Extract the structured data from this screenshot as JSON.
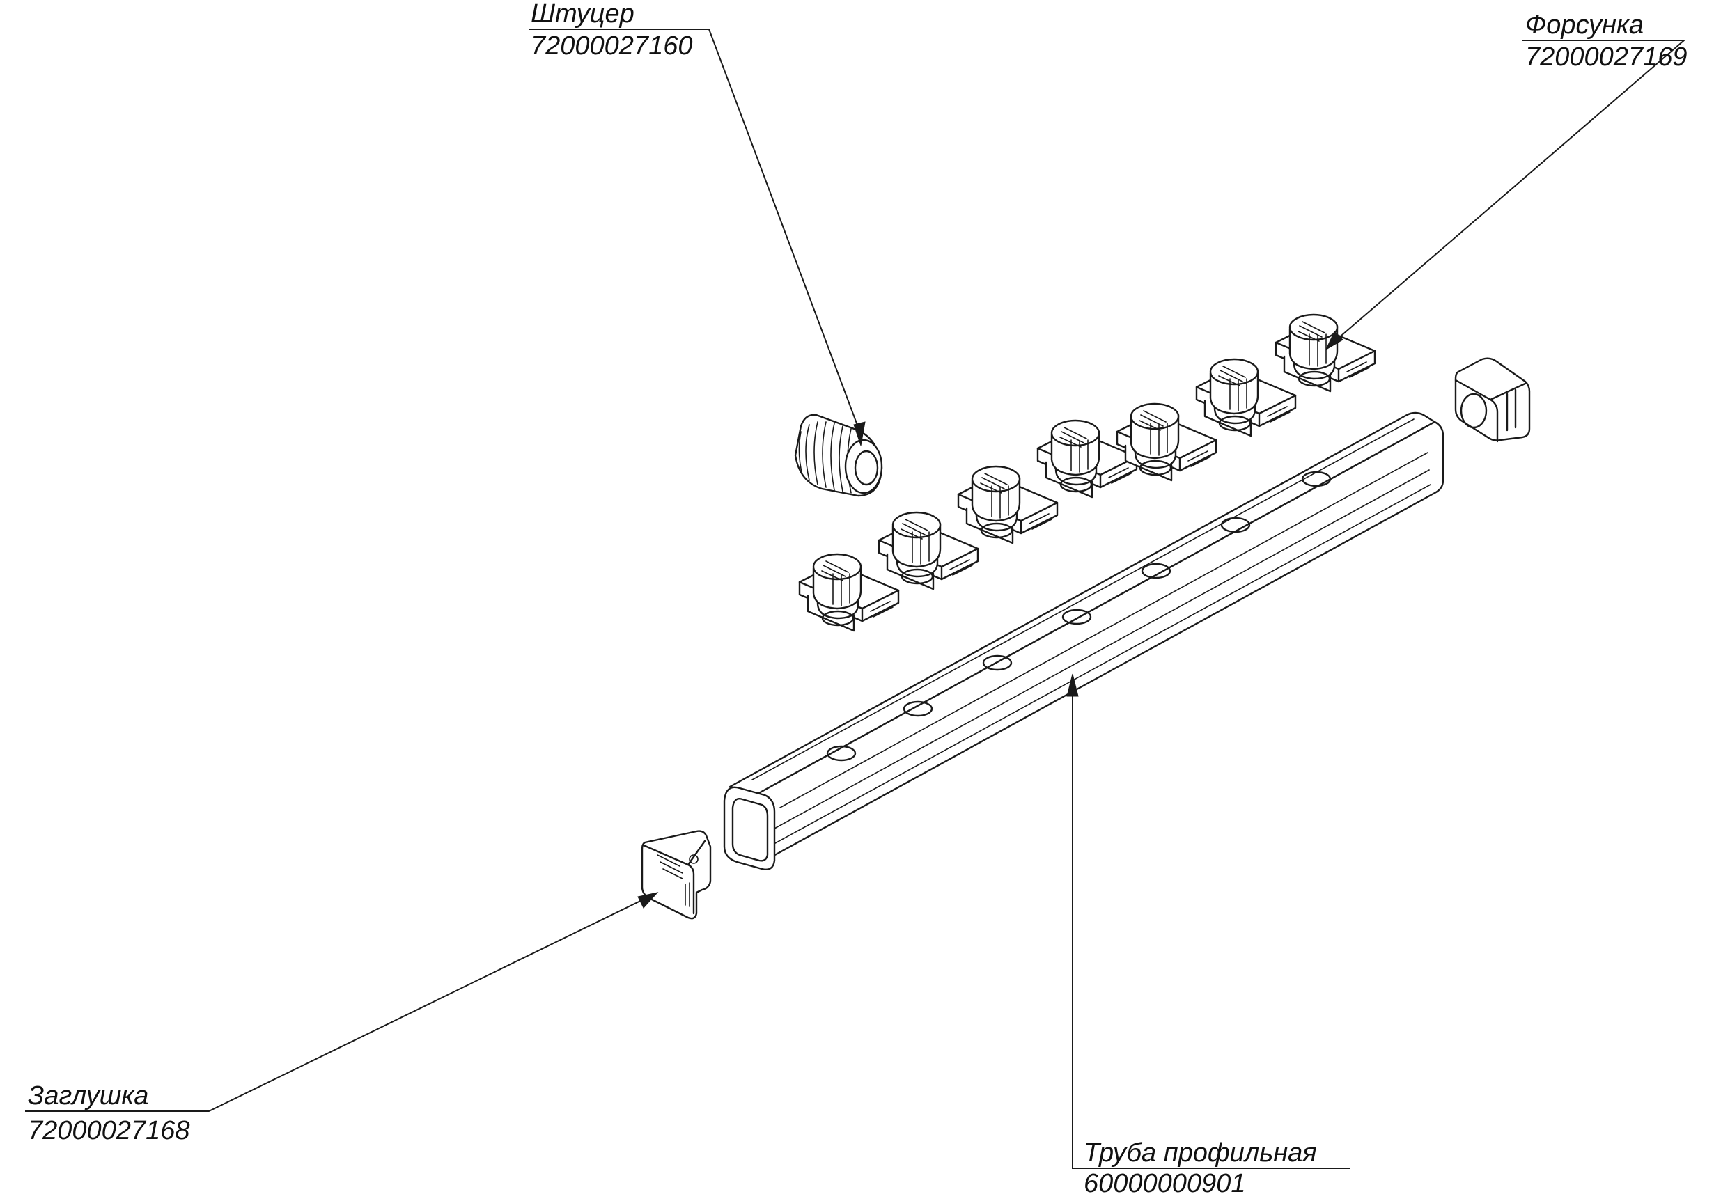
{
  "callouts": {
    "fitting": {
      "name": "Штуцер",
      "code": "72000027160"
    },
    "nozzle": {
      "name": "Форсунка",
      "code": "72000027169"
    },
    "plug": {
      "name": "Заглушка",
      "code": "72000027168"
    },
    "tube": {
      "name": "Труба профильная",
      "code": "60000000901"
    }
  }
}
